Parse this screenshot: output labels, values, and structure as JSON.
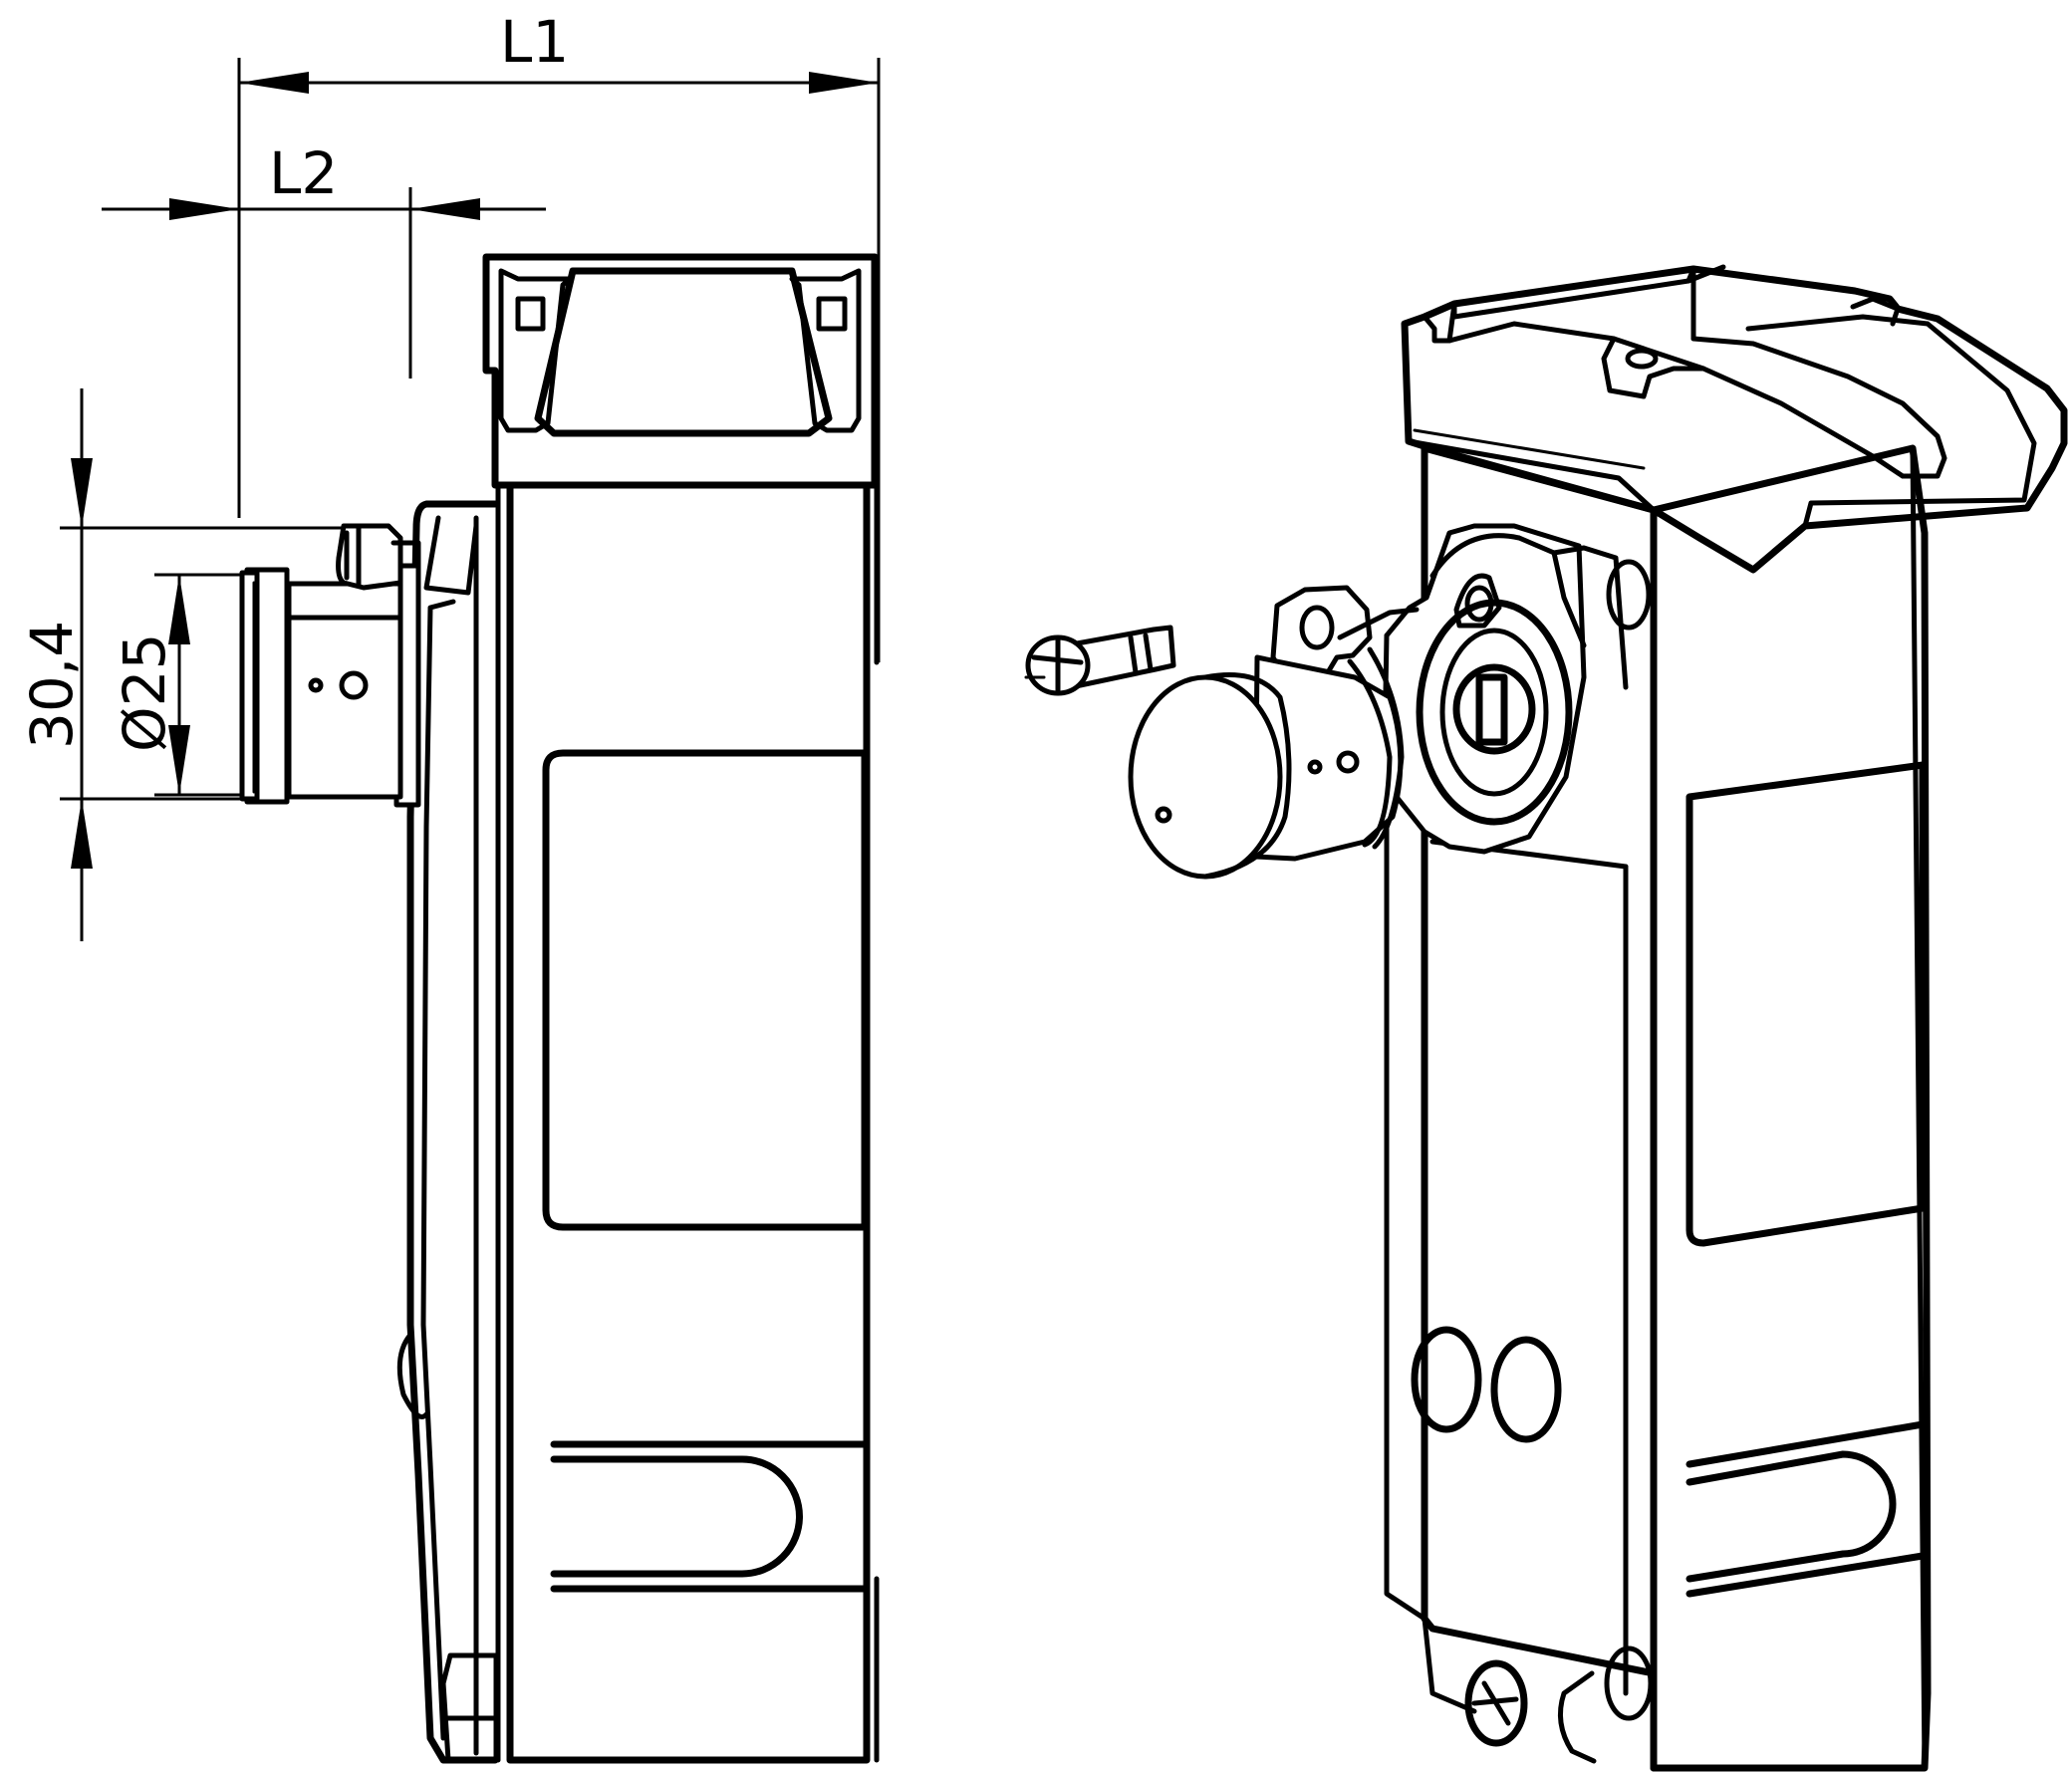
{
  "dimensions": {
    "l1": "L1",
    "l2": "L2",
    "height": "30,4",
    "diameter": "Ø25"
  },
  "views": [
    "side-view",
    "isometric-view"
  ]
}
